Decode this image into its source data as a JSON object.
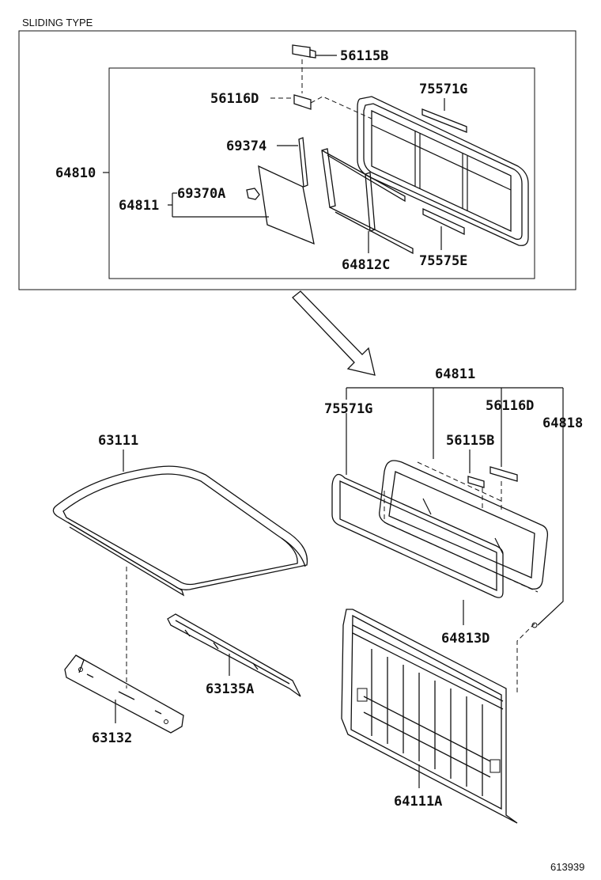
{
  "inset": {
    "caption": "SLIDING TYPE",
    "parts": {
      "p56115B": "56115B",
      "p56116D": "56116D",
      "p75571G": "75571G",
      "p69374": "69374",
      "p64810": "64810",
      "p64811": "64811",
      "p69370A": "69370A",
      "p64812C": "64812C",
      "p75575E": "75575E"
    }
  },
  "main": {
    "parts": {
      "p64811": "64811",
      "p75571G": "75571G",
      "p56116D": "56116D",
      "p64818": "64818",
      "p56115B": "56115B",
      "p63111": "63111",
      "p64813D": "64813D",
      "p63135A": "63135A",
      "p63132": "63132",
      "p64111A": "64111A"
    }
  },
  "figure_number": "613939"
}
